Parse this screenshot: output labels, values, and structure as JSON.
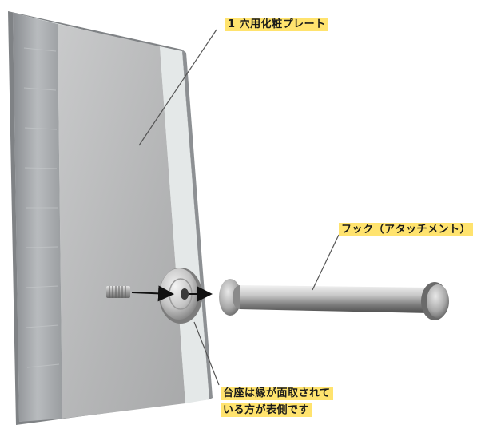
{
  "labels": {
    "plate": "1 穴用化粧プレート",
    "hook": "フック（アタッチメント）",
    "base_line1": "台座は縁が面取されて",
    "base_line2": "いる方が表側です"
  },
  "colors": {
    "highlight": "#ffe36e",
    "leader_line": "#555555",
    "arrow": "#111111"
  }
}
